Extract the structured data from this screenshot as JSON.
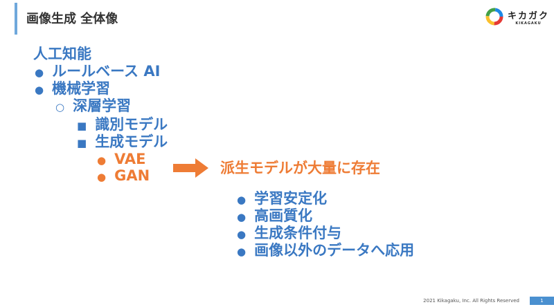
{
  "title": "画像生成 全体像",
  "logo": {
    "name_ja": "キカガク",
    "name_en": "KIKAGAKU"
  },
  "tree": {
    "root": "人工知能",
    "l1a": "ルールベース AI",
    "l1b": "機械学習",
    "l2": "深層学習",
    "l3a": "識別モデル",
    "l3b": "生成モデル",
    "l4a": "VAE",
    "l4b": "GAN"
  },
  "derived": {
    "heading": "派生モデルが大量に存在",
    "items": [
      "学習安定化",
      "高画質化",
      "生成条件付与",
      "画像以外のデータへ応用"
    ]
  },
  "footer": {
    "copyright": "2021 Kikagaku, Inc. All Rights Reserved",
    "page": "1"
  },
  "colors": {
    "blue": "#3a78c2",
    "orange": "#ee7c35"
  }
}
